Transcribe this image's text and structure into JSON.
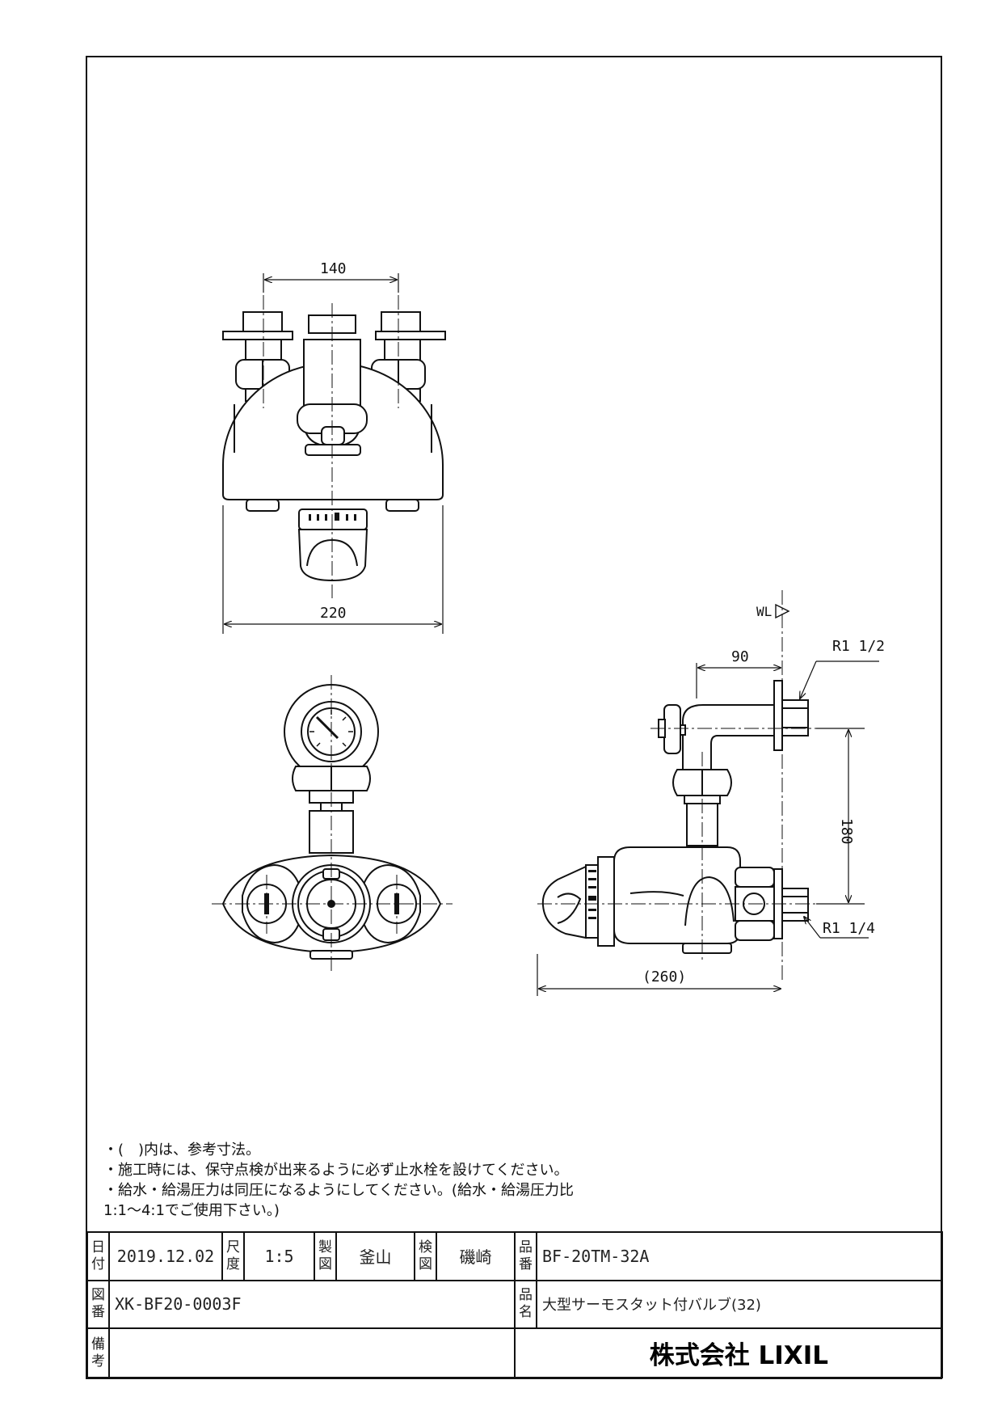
{
  "dimensions": {
    "front_width_top": "140",
    "front_width_bottom": "220",
    "wall_label": "WL",
    "outlet_depth": "90",
    "pipe_spacing": "180",
    "overall_length": "(260)",
    "thread_top": "R1 1/2",
    "thread_bottom": "R1 1/4"
  },
  "notes": [
    "・(　)内は、参考寸法。",
    "・施工時には、保守点検が出来るように必ず止水栓を設けてください。",
    "・給水・給湯圧力は同圧になるようにしてください。(給水・給湯圧力比",
    "1:1～4:1でご使用下さい。)"
  ],
  "title_block": {
    "date_label": [
      "日",
      "付"
    ],
    "date_value": "2019.12.02",
    "scale_label": [
      "尺",
      "度"
    ],
    "scale_value": "1:5",
    "drawn_label": [
      "製",
      "図"
    ],
    "drawn_value": "釜山",
    "checked_label": [
      "検",
      "図"
    ],
    "checked_value": "磯崎",
    "product_no_label": [
      "品",
      "番"
    ],
    "product_no_value": "BF-20TM-32A",
    "drawing_no_label": [
      "図",
      "番"
    ],
    "drawing_no_value": "XK-BF20-0003F",
    "product_name_label": [
      "品",
      "名"
    ],
    "product_name_value": "大型サーモスタット付バルブ(32)",
    "remarks_label": [
      "備",
      "考"
    ],
    "remarks_value": "",
    "company": "株式会社 LIXIL"
  },
  "colors": {
    "line": "#111111",
    "background": "#ffffff"
  }
}
